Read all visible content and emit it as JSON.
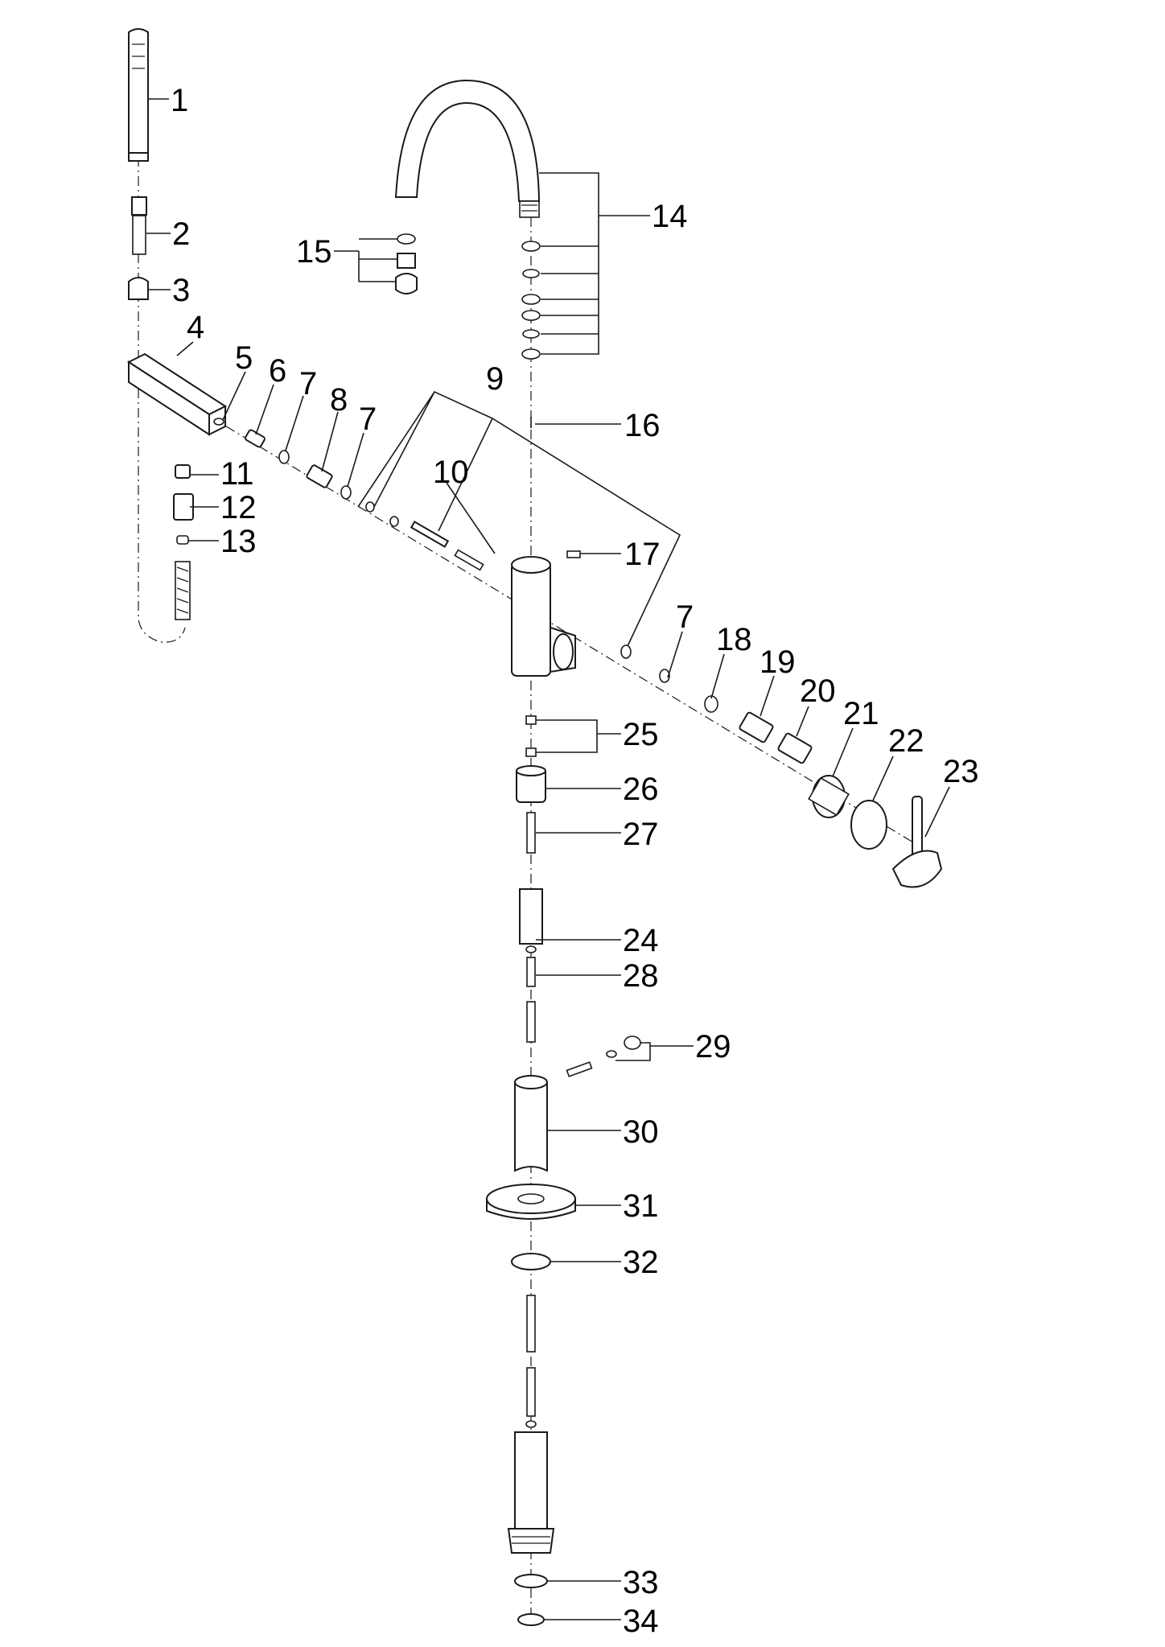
{
  "diagram": {
    "type": "exploded-parts-view",
    "callouts": [
      "1",
      "2",
      "3",
      "4",
      "5",
      "6",
      "7",
      "7",
      "7",
      "8",
      "9",
      "10",
      "11",
      "12",
      "13",
      "14",
      "15",
      "16",
      "17",
      "18",
      "19",
      "20",
      "21",
      "22",
      "23",
      "24",
      "25",
      "26",
      "27",
      "28",
      "29",
      "30",
      "31",
      "32",
      "33",
      "34"
    ]
  }
}
